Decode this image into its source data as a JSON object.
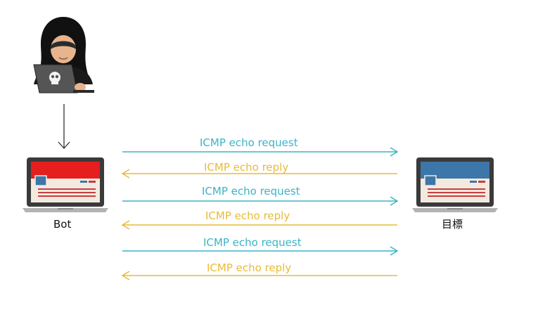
{
  "colors": {
    "request": "#3bb3c6",
    "reply": "#e8bb3a",
    "bot_screen": "#e61e1e",
    "target_screen": "#3d76a9",
    "hacker_body": "#111111",
    "laptop_body": "#3a3a3a"
  },
  "nodes": {
    "attacker": {
      "icon": "hacker-with-laptop-icon"
    },
    "bot": {
      "label": "Bot",
      "icon": "laptop-red-screen-icon"
    },
    "target": {
      "label": "目標",
      "icon": "laptop-blue-screen-icon"
    }
  },
  "messages": [
    {
      "text": "ICMP echo request",
      "kind": "request",
      "direction": "bot-to-target"
    },
    {
      "text": "ICMP echo reply",
      "kind": "reply",
      "direction": "target-to-bot"
    },
    {
      "text": "ICMP echo request",
      "kind": "request",
      "direction": "bot-to-target"
    },
    {
      "text": "ICMP echo reply",
      "kind": "reply",
      "direction": "target-to-bot"
    },
    {
      "text": "ICMP echo request",
      "kind": "request",
      "direction": "bot-to-target"
    },
    {
      "text": "ICMP echo reply",
      "kind": "reply",
      "direction": "target-to-bot"
    }
  ]
}
